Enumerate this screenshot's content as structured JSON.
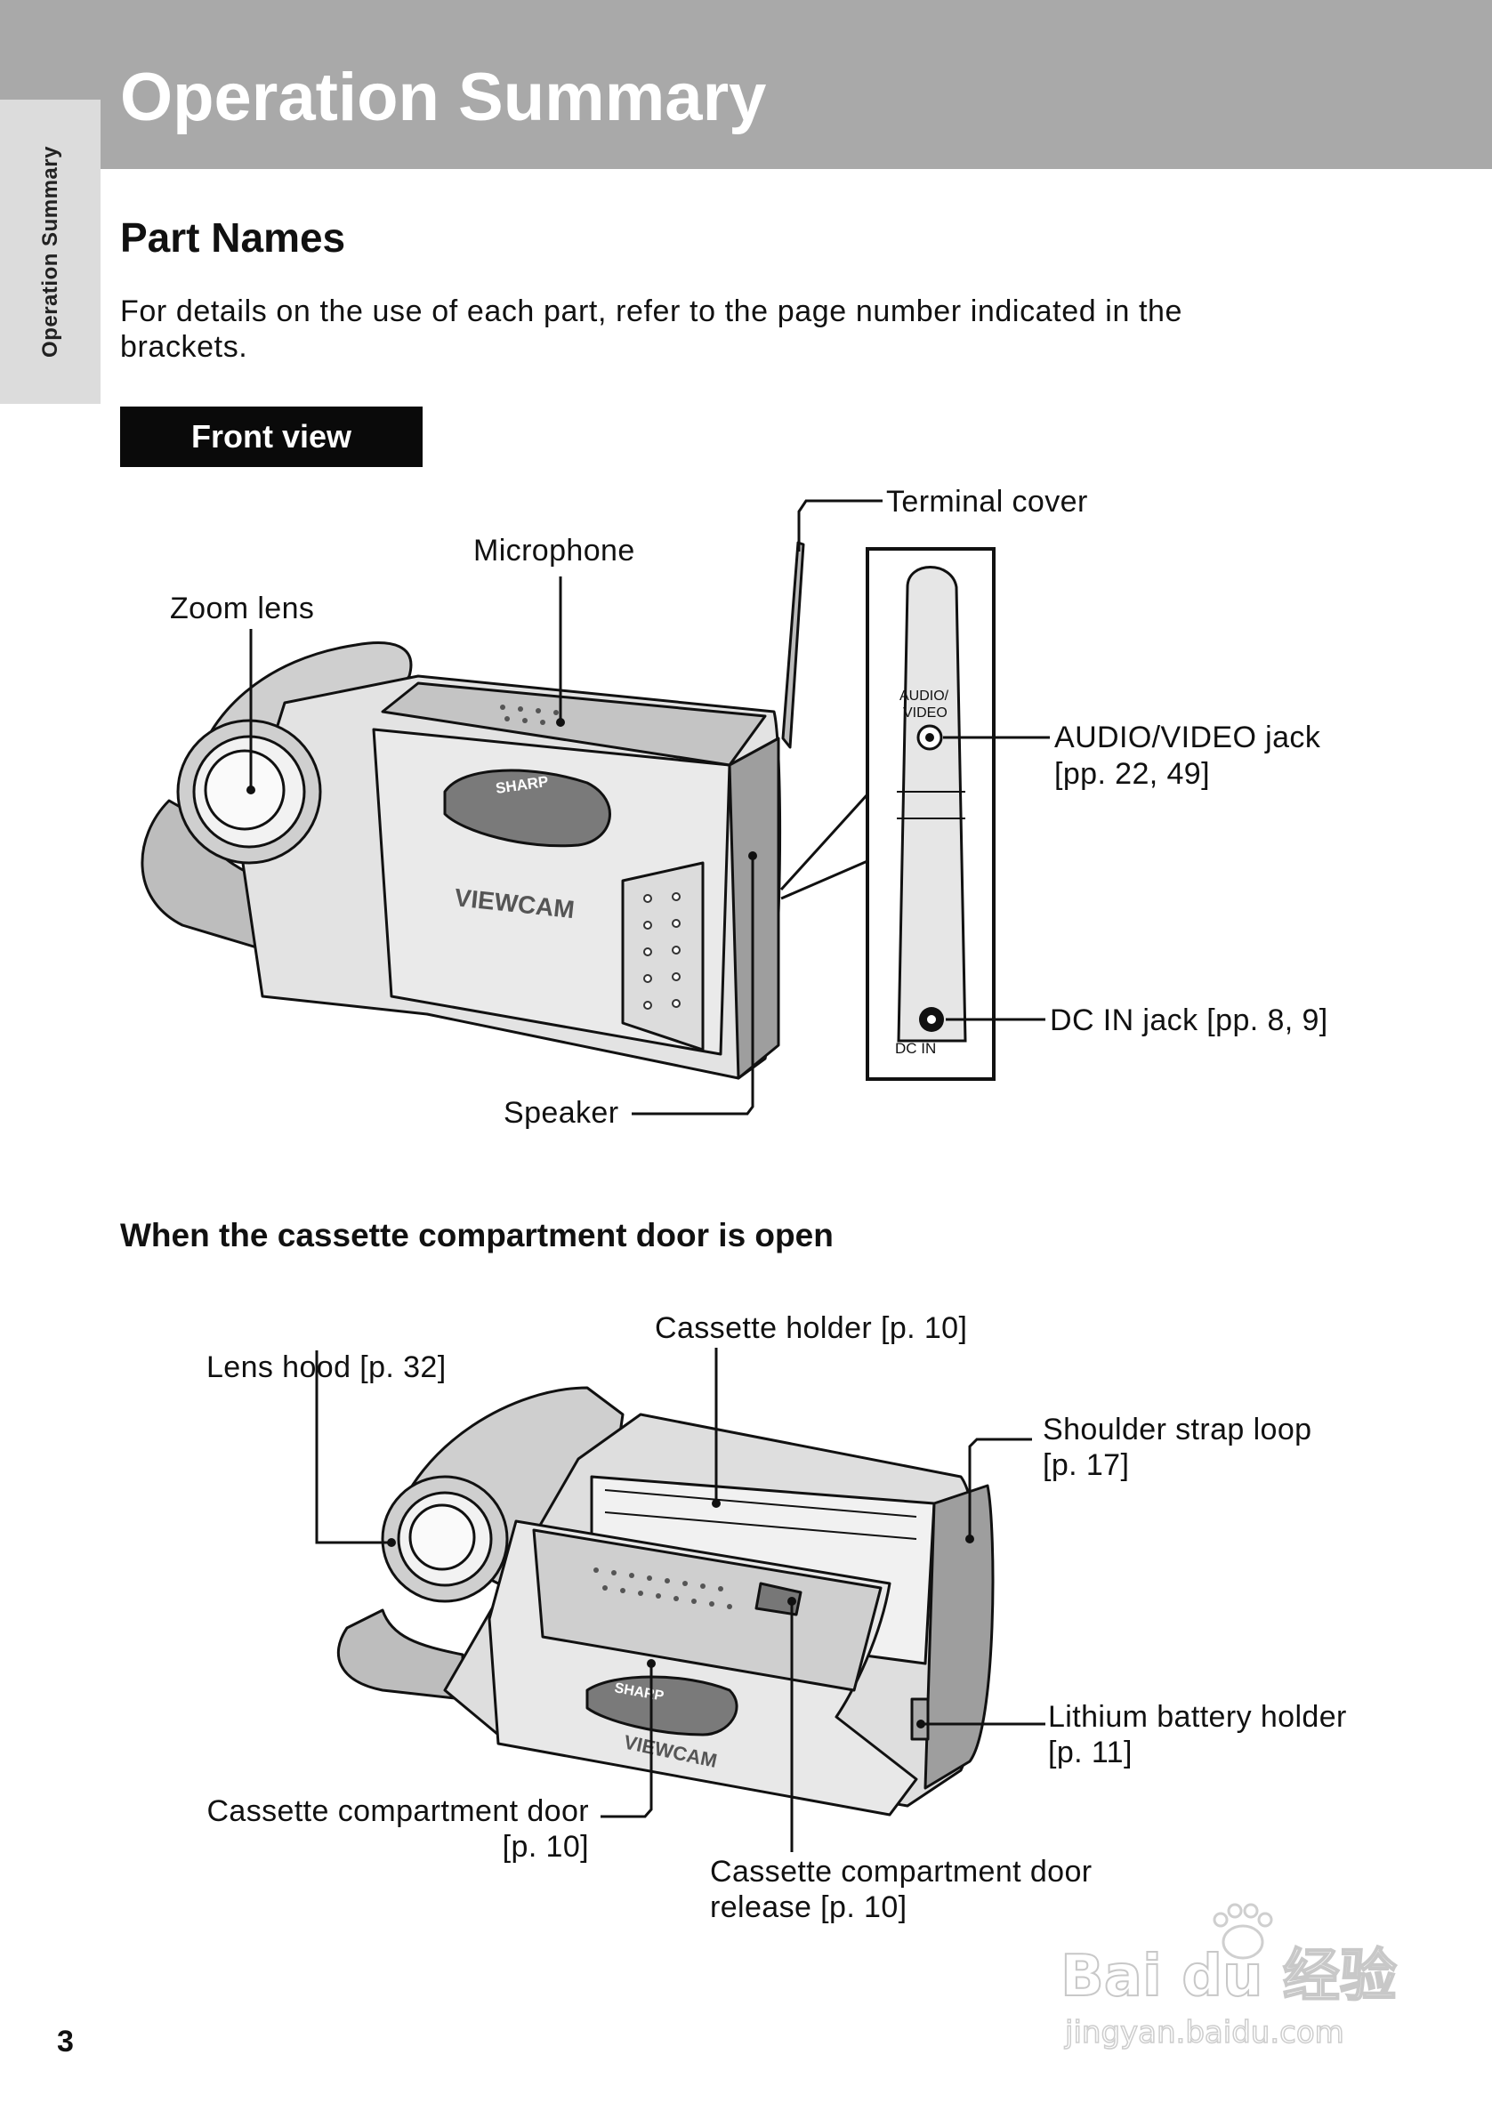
{
  "page": {
    "title": "Operation Summary",
    "side_tab": "Operation Summary",
    "page_number": "3"
  },
  "part_names": {
    "heading": "Part Names",
    "intro": "For details on the use of each part, refer to the page number indicated in the brackets."
  },
  "front_view": {
    "label": "Front view",
    "callouts": {
      "zoom_lens": "Zoom lens",
      "microphone": "Microphone",
      "terminal_cover": "Terminal cover",
      "av_jack": "AUDIO/VIDEO jack",
      "av_jack_pages": "[pp. 22, 49]",
      "dc_in_jack": "DC IN jack [pp. 8, 9]",
      "speaker": "Speaker"
    },
    "printed_on_camera": {
      "brand": "SHARP",
      "model": "VIEWCAM",
      "av_port_label_1": "AUDIO/",
      "av_port_label_2": "VIDEO",
      "dc_port_label": "DC IN"
    }
  },
  "open_door_view": {
    "heading": "When the cassette compartment door is open",
    "callouts": {
      "lens_hood": "Lens hood [p. 32]",
      "cassette_holder": "Cassette holder [p. 10]",
      "shoulder_strap_loop": "Shoulder strap loop",
      "shoulder_strap_loop_page": "[p. 17]",
      "lithium_battery_holder": "Lithium battery holder",
      "lithium_battery_holder_page": "[p. 11]",
      "door": "Cassette compartment door",
      "door_page": "[p. 10]",
      "door_release": "Cassette compartment door",
      "door_release_page": "release [p. 10]"
    },
    "printed_on_camera": {
      "brand": "SHARP",
      "model": "VIEWCAM"
    }
  },
  "watermark": {
    "logo_text": "Bai du 经验",
    "url": "jingyan.baidu.com"
  }
}
